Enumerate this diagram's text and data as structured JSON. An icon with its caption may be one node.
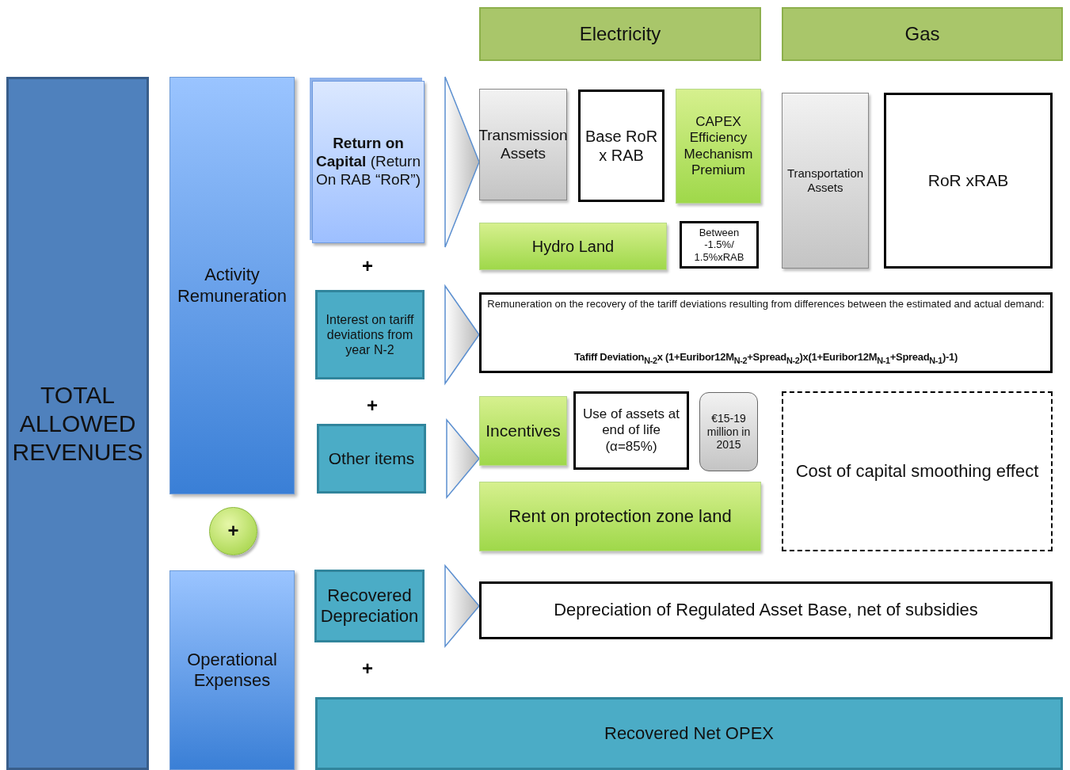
{
  "diagram": {
    "nodes": [
      {
        "text": [
          "Electricity"
        ]
      },
      {
        "text": [
          "Gas"
        ]
      },
      {
        "text": [
          "TOTAL ALLOWED REVENUES"
        ]
      },
      {
        "text": [
          "Activity Remuneration"
        ]
      },
      {
        "text": [
          "**Return on Capital** (Return On RAB “RoR”)"
        ]
      },
      {
        "text": [
          "Transmission Assets"
        ]
      },
      {
        "text": [
          "Base RoR x RAB"
        ]
      },
      {
        "text": [
          "CAPEX Efficiency Mechanism Premium"
        ]
      },
      {
        "text": [
          "Transportation Assets"
        ]
      },
      {
        "text": [
          "RoR xRAB"
        ]
      },
      {
        "text": [
          "Hydro Land"
        ]
      },
      {
        "text": [
          "Between -1.5%/ 1.5%xRAB"
        ]
      },
      {
        "text": [
          "Interest on tariff deviations from year N-2"
        ]
      },
      {
        "text": [
          "Remuneration on the recovery of the tariff deviations resulting from differences between the estimated and actual demand:",
          "Tafiff Deviation$_{N-2}$x (1+Euribor12M$_{N-2}$+Spread$_{N-2}$)x(1+Euribor12M$_{N-1}$+Spread$_{N-1}$)-1)"
        ]
      },
      {
        "text": [
          "Incentives"
        ]
      },
      {
        "text": [
          "Use of assets at end of life (α=85%)"
        ]
      },
      {
        "text": [
          "€15-19 million in 2015"
        ]
      },
      {
        "text": [
          "Other items"
        ]
      },
      {
        "text": [
          "Cost of capital smoothing effect"
        ]
      },
      {
        "text": [
          "Rent on protection zone land"
        ]
      },
      {
        "text": [
          "+"
        ]
      },
      {
        "text": [
          "Operational Expenses"
        ]
      },
      {
        "text": [
          "Recovered Depreciation"
        ]
      },
      {
        "text": [
          "Depreciation of Regulated Asset Base, net of subsidies"
        ]
      },
      {
        "text": [
          "Recovered Net OPEX"
        ]
      }
    ],
    "edges": [
      {
        "from": 4,
        "to": 5,
        "arrow": "to"
      },
      {
        "from": 12,
        "to": 13,
        "arrow": "to"
      },
      {
        "from": 17,
        "to": 14,
        "arrow": "to"
      },
      {
        "from": 22,
        "to": 23,
        "arrow": "to"
      }
    ],
    "labels": [
      "+",
      "+",
      "+"
    ]
  }
}
